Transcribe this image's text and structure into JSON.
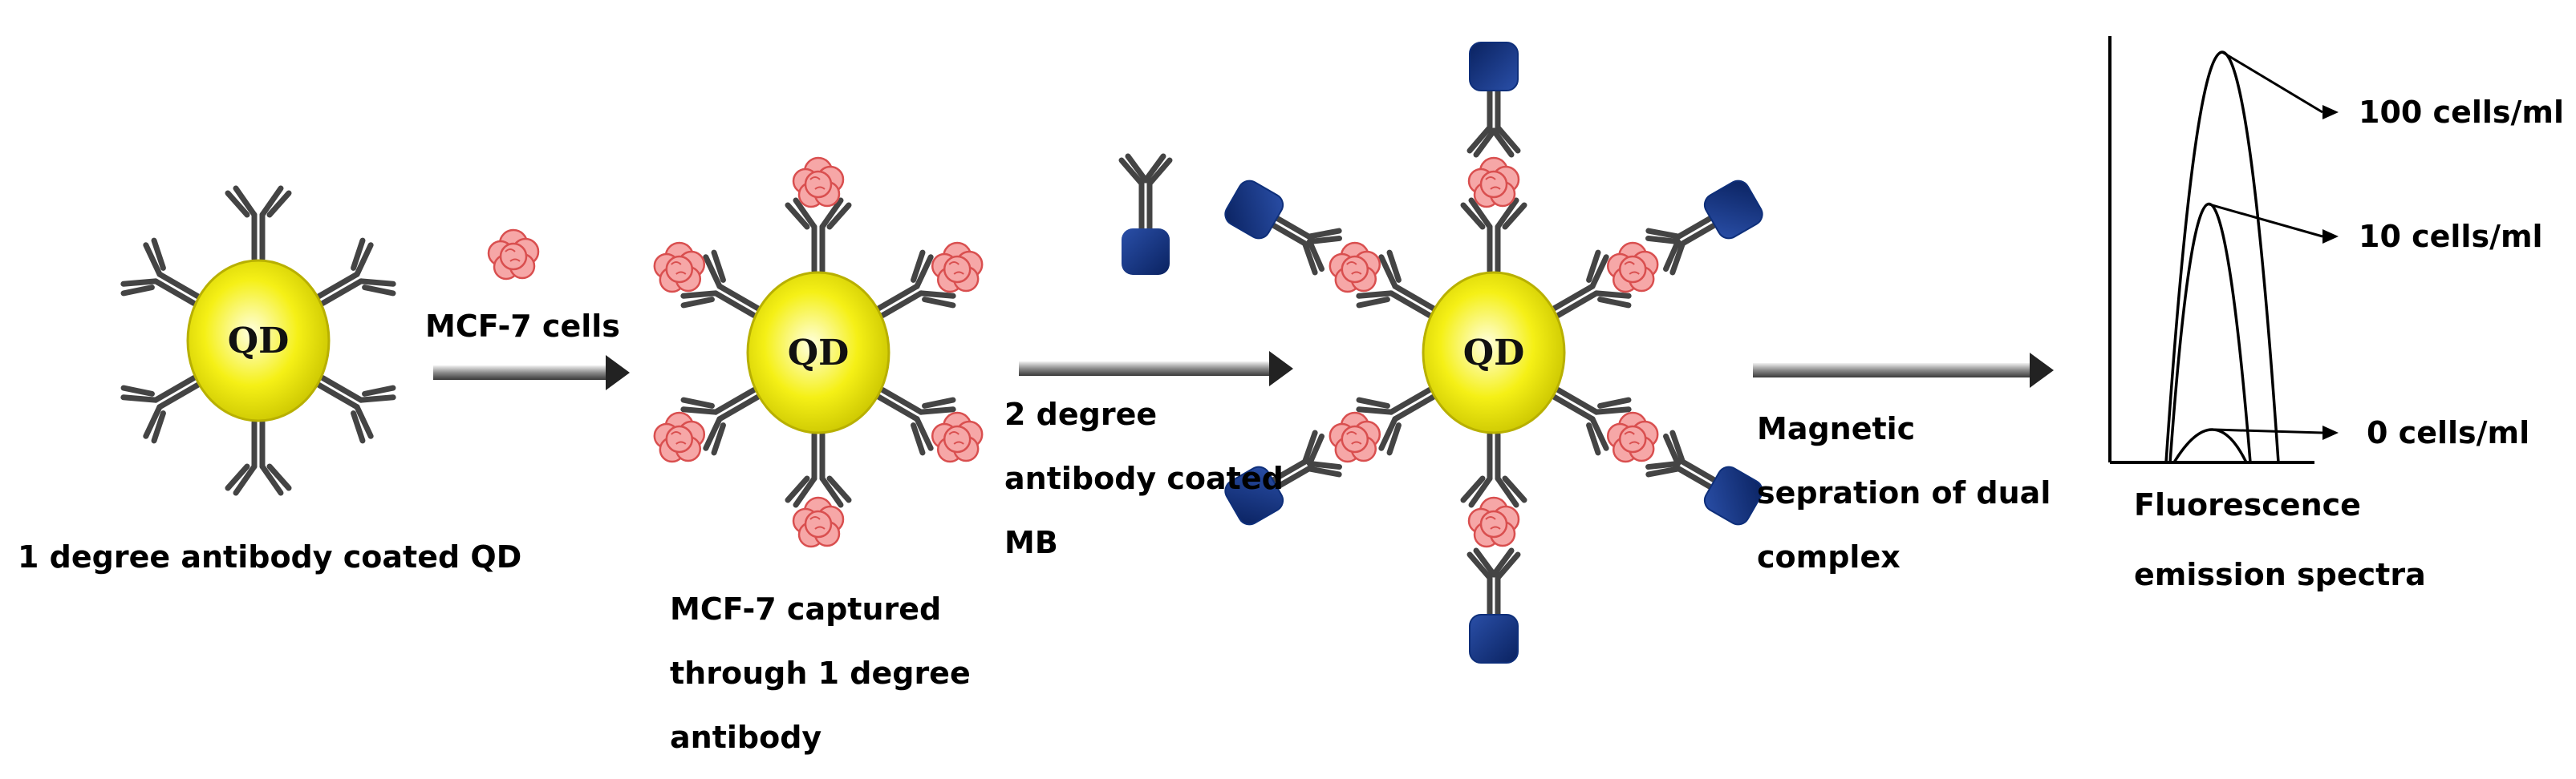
{
  "qd_label": "QD",
  "step1": {
    "caption": "1 degree antibody coated QD"
  },
  "arrow1": {
    "label": "MCF-7 cells"
  },
  "step2": {
    "caption_lines": [
      "MCF-7 captured",
      "through 1 degree",
      "antibody"
    ]
  },
  "arrow2": {
    "label_lines": [
      "2 degree",
      "antibody coated",
      "MB"
    ]
  },
  "arrow3": {
    "label_lines": [
      "Magnetic",
      "sepration of dual",
      "complex"
    ]
  },
  "spectra": {
    "caption_lines": [
      "Fluorescence",
      "emission spectra"
    ],
    "peaks": [
      {
        "label": "100 cells/ml",
        "relative_height": 1.0
      },
      {
        "label": "10 cells/ml",
        "relative_height": 0.63
      },
      {
        "label": "0 cells/ml",
        "relative_height": 0.08
      }
    ]
  },
  "colors": {
    "qd_fill": "#f5f016",
    "antibody": "#444444",
    "cell": "#f6a7a7",
    "cell_edge": "#d94f4f",
    "magnetic_bead": "#0e2f7a",
    "arrow": "#555555"
  }
}
